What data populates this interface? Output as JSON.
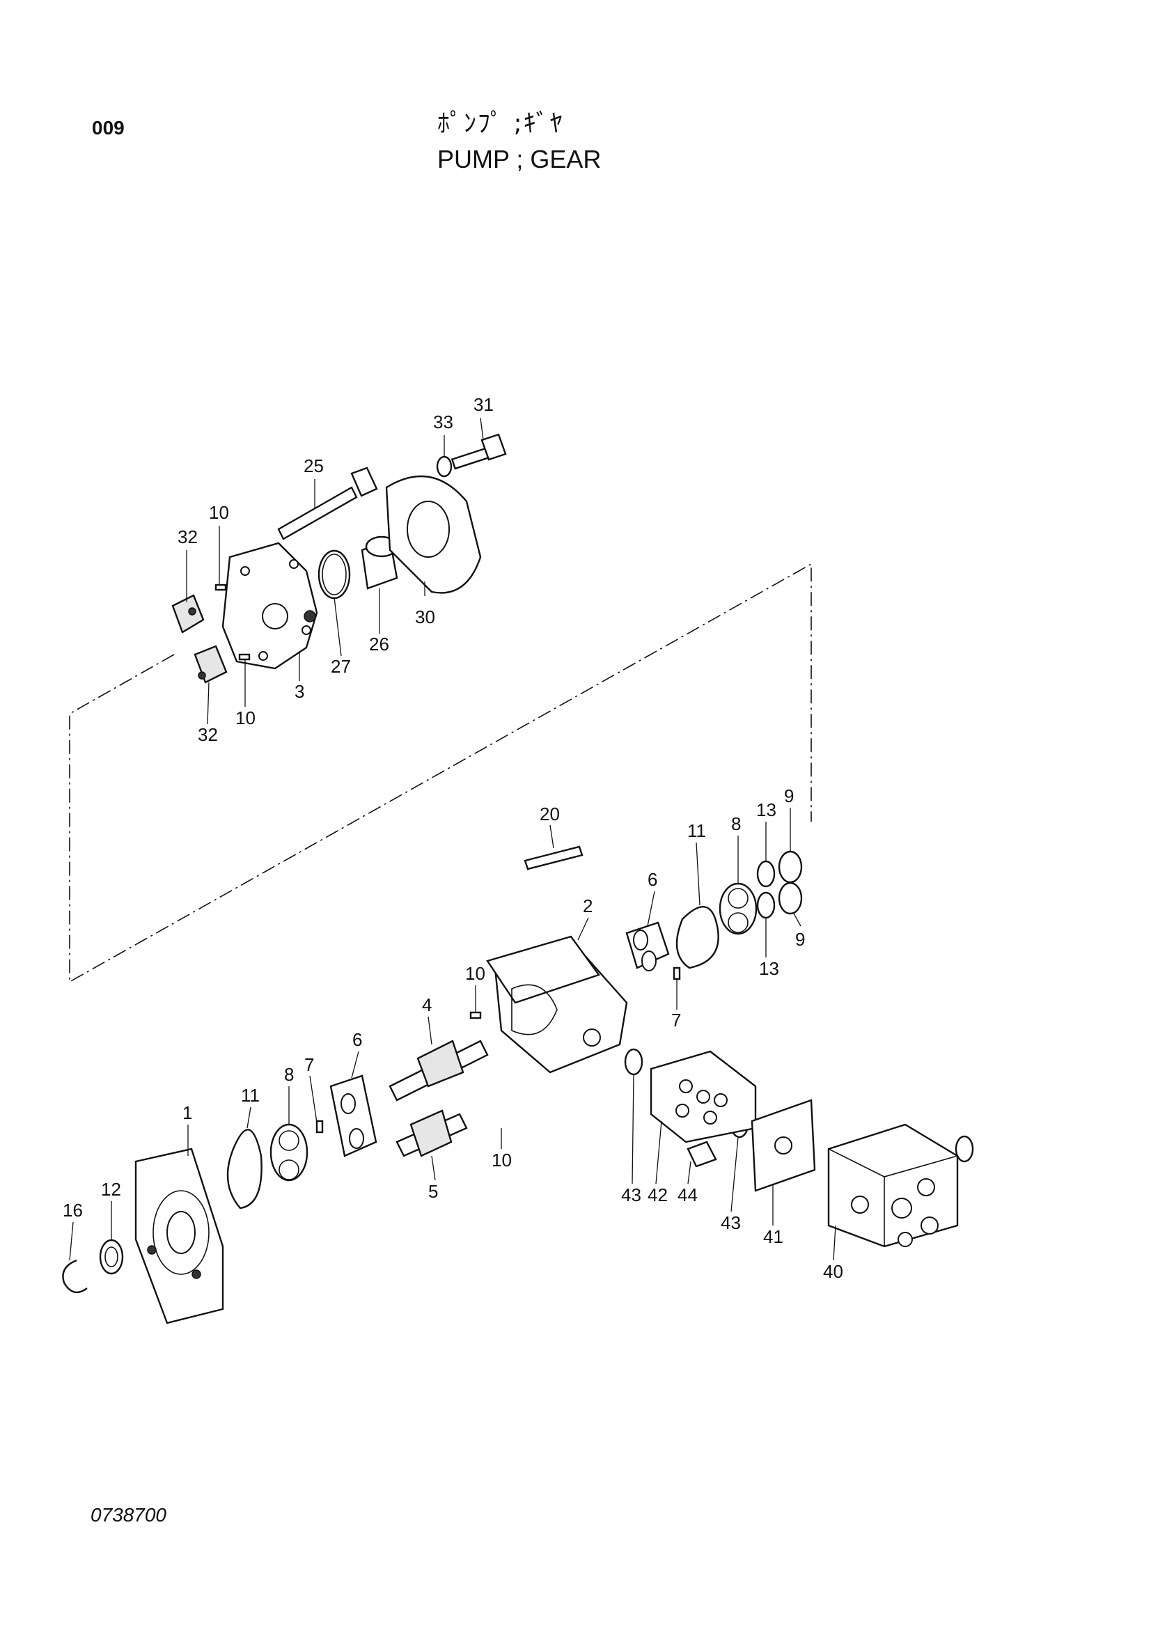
{
  "header": {
    "page_code": "009",
    "title_jp": "ﾎﾟﾝﾌﾟ ;ｷﾞﾔ",
    "title_en": "PUMP ; GEAR"
  },
  "footer": {
    "drawing_number": "0738700"
  },
  "callouts": [
    {
      "id": "c31",
      "label": "31"
    },
    {
      "id": "c33",
      "label": "33"
    },
    {
      "id": "c25",
      "label": "25"
    },
    {
      "id": "c10a",
      "label": "10"
    },
    {
      "id": "c32a",
      "label": "32"
    },
    {
      "id": "c30",
      "label": "30"
    },
    {
      "id": "c26",
      "label": "26"
    },
    {
      "id": "c27",
      "label": "27"
    },
    {
      "id": "c3",
      "label": "3"
    },
    {
      "id": "c32b",
      "label": "32"
    },
    {
      "id": "c10b",
      "label": "10"
    },
    {
      "id": "c20",
      "label": "20"
    },
    {
      "id": "c9a",
      "label": "9"
    },
    {
      "id": "c13a",
      "label": "13"
    },
    {
      "id": "c8a",
      "label": "8"
    },
    {
      "id": "c11a",
      "label": "11"
    },
    {
      "id": "c6a",
      "label": "6"
    },
    {
      "id": "c2",
      "label": "2"
    },
    {
      "id": "c9b",
      "label": "9"
    },
    {
      "id": "c13b",
      "label": "13"
    },
    {
      "id": "c7a",
      "label": "7"
    },
    {
      "id": "c10c",
      "label": "10"
    },
    {
      "id": "c4",
      "label": "4"
    },
    {
      "id": "c6b",
      "label": "6"
    },
    {
      "id": "c7b",
      "label": "7"
    },
    {
      "id": "c8b",
      "label": "8"
    },
    {
      "id": "c11b",
      "label": "11"
    },
    {
      "id": "c1",
      "label": "1"
    },
    {
      "id": "c12",
      "label": "12"
    },
    {
      "id": "c16",
      "label": "16"
    },
    {
      "id": "c5",
      "label": "5"
    },
    {
      "id": "c10d",
      "label": "10"
    },
    {
      "id": "c43a",
      "label": "43"
    },
    {
      "id": "c42",
      "label": "42"
    },
    {
      "id": "c44",
      "label": "44"
    },
    {
      "id": "c43b",
      "label": "43"
    },
    {
      "id": "c41",
      "label": "41"
    },
    {
      "id": "c40",
      "label": "40"
    }
  ]
}
